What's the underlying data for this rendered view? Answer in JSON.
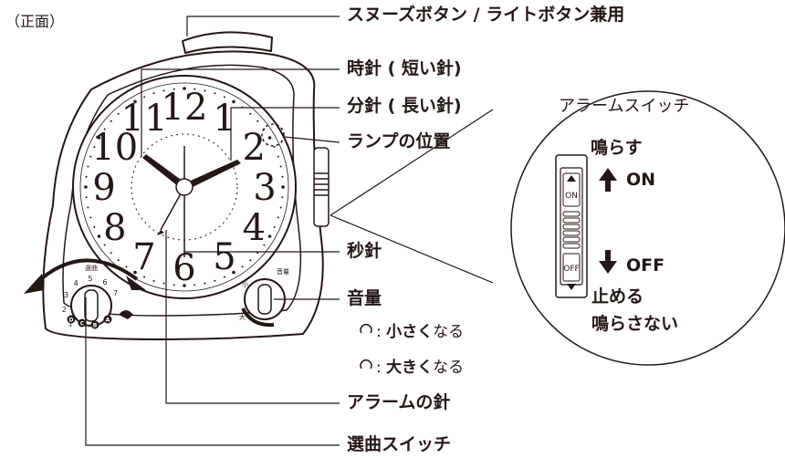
{
  "view_label": "（正面）",
  "labels": {
    "snooze": "スヌーズボタン / ライトボタン兼用",
    "hour_hand": "時針 ( 短い針)",
    "minute_hand": "分針 ( 長い針)",
    "lamp": "ランプの位置",
    "second_hand": "秒針",
    "volume": "音量",
    "alarm_hand": "アラームの針",
    "melody_switch": "選曲スイッチ"
  },
  "volume_notes": [
    {
      "strong": "小さく",
      "rest": "なる"
    },
    {
      "strong": "大きく",
      "rest": "なる"
    }
  ],
  "zoom": {
    "title": "アラームスイッチ",
    "ring_label": "鳴らす",
    "on_label": "ON",
    "off_label": "OFF",
    "stop_label": "止める",
    "no_ring_label": "鳴らさない",
    "switch_on_text": "ON",
    "switch_off_text": "OFF"
  },
  "clock": {
    "numerals": [
      "12",
      "1",
      "2",
      "3",
      "4",
      "5",
      "6",
      "7",
      "8",
      "9",
      "10",
      "11"
    ],
    "volume_dial_label": "音量",
    "volume_small": "小",
    "volume_large": "大",
    "melody_dial_title": "選曲",
    "melody_positions": [
      "1",
      "2",
      "3",
      "4",
      "5",
      "6",
      "7"
    ],
    "melody_letters": [
      "D",
      "C",
      "B",
      "A"
    ]
  },
  "colors": {
    "ink": "#231815",
    "face": "#ffffff",
    "case": "#ffffff"
  }
}
